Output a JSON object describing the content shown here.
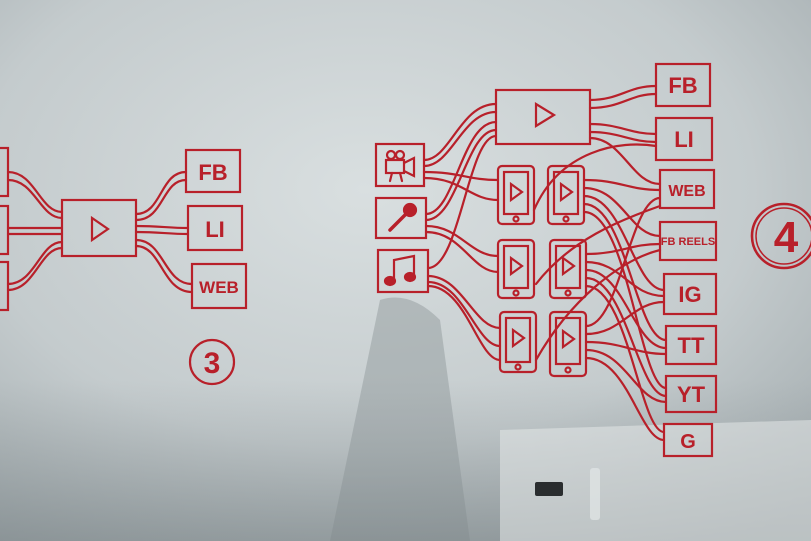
{
  "colors": {
    "marker": "#b8202a",
    "board_light": "#d6dcdd",
    "board_dark": "#9aa3a6"
  },
  "diagram_3": {
    "number": "3",
    "outputs": [
      "FB",
      "LI",
      "WEB"
    ],
    "center_icon": "play-icon"
  },
  "diagram_4": {
    "number": "4",
    "sources": [
      "video-camera-icon",
      "microphone-icon",
      "music-note-icon"
    ],
    "hub_icon": "play-icon",
    "phone_icon": "phone-play-icon",
    "outputs": [
      "FB",
      "LI",
      "WEB",
      "FB REELS",
      "IG",
      "TT",
      "YT",
      "G"
    ]
  }
}
